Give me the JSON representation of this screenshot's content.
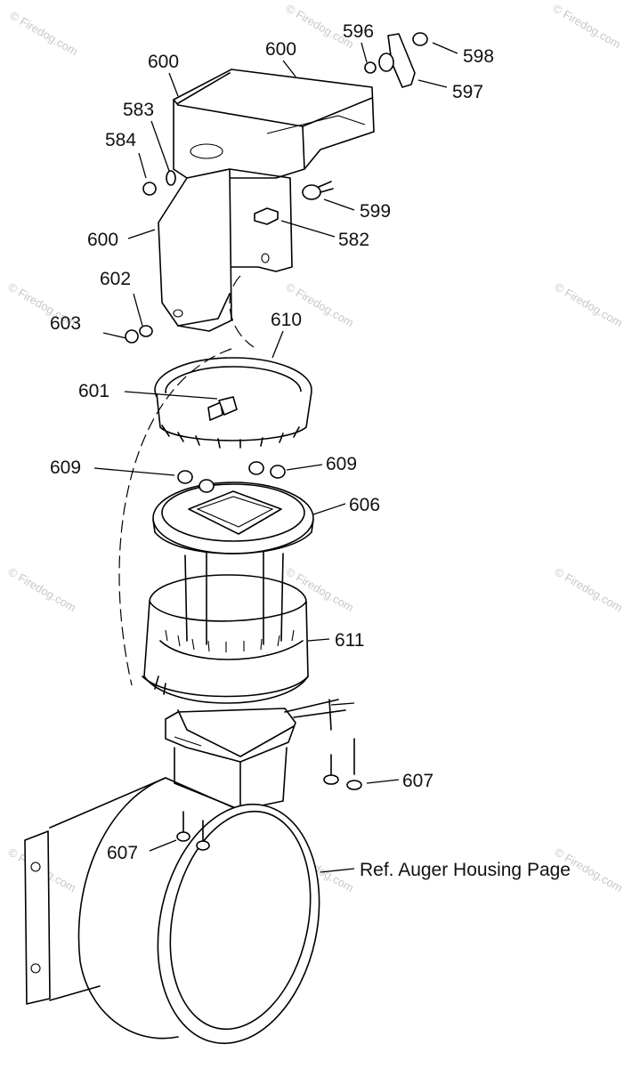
{
  "diagram": {
    "callouts": [
      {
        "id": "c600a",
        "text": "600"
      },
      {
        "id": "c600b",
        "text": "600"
      },
      {
        "id": "c596",
        "text": "596"
      },
      {
        "id": "c598",
        "text": "598"
      },
      {
        "id": "c597",
        "text": "597"
      },
      {
        "id": "c583",
        "text": "583"
      },
      {
        "id": "c584",
        "text": "584"
      },
      {
        "id": "c599",
        "text": "599"
      },
      {
        "id": "c600c",
        "text": "600"
      },
      {
        "id": "c582",
        "text": "582"
      },
      {
        "id": "c602",
        "text": "602"
      },
      {
        "id": "c603",
        "text": "603"
      },
      {
        "id": "c610",
        "text": "610"
      },
      {
        "id": "c601",
        "text": "601"
      },
      {
        "id": "c609a",
        "text": "609"
      },
      {
        "id": "c609b",
        "text": "609"
      },
      {
        "id": "c606",
        "text": "606"
      },
      {
        "id": "c611",
        "text": "611"
      },
      {
        "id": "c607a",
        "text": "607"
      },
      {
        "id": "c607b",
        "text": "607"
      },
      {
        "id": "cref",
        "text": "Ref. Auger Housing Page"
      }
    ],
    "watermark": "© Firedog.com"
  }
}
